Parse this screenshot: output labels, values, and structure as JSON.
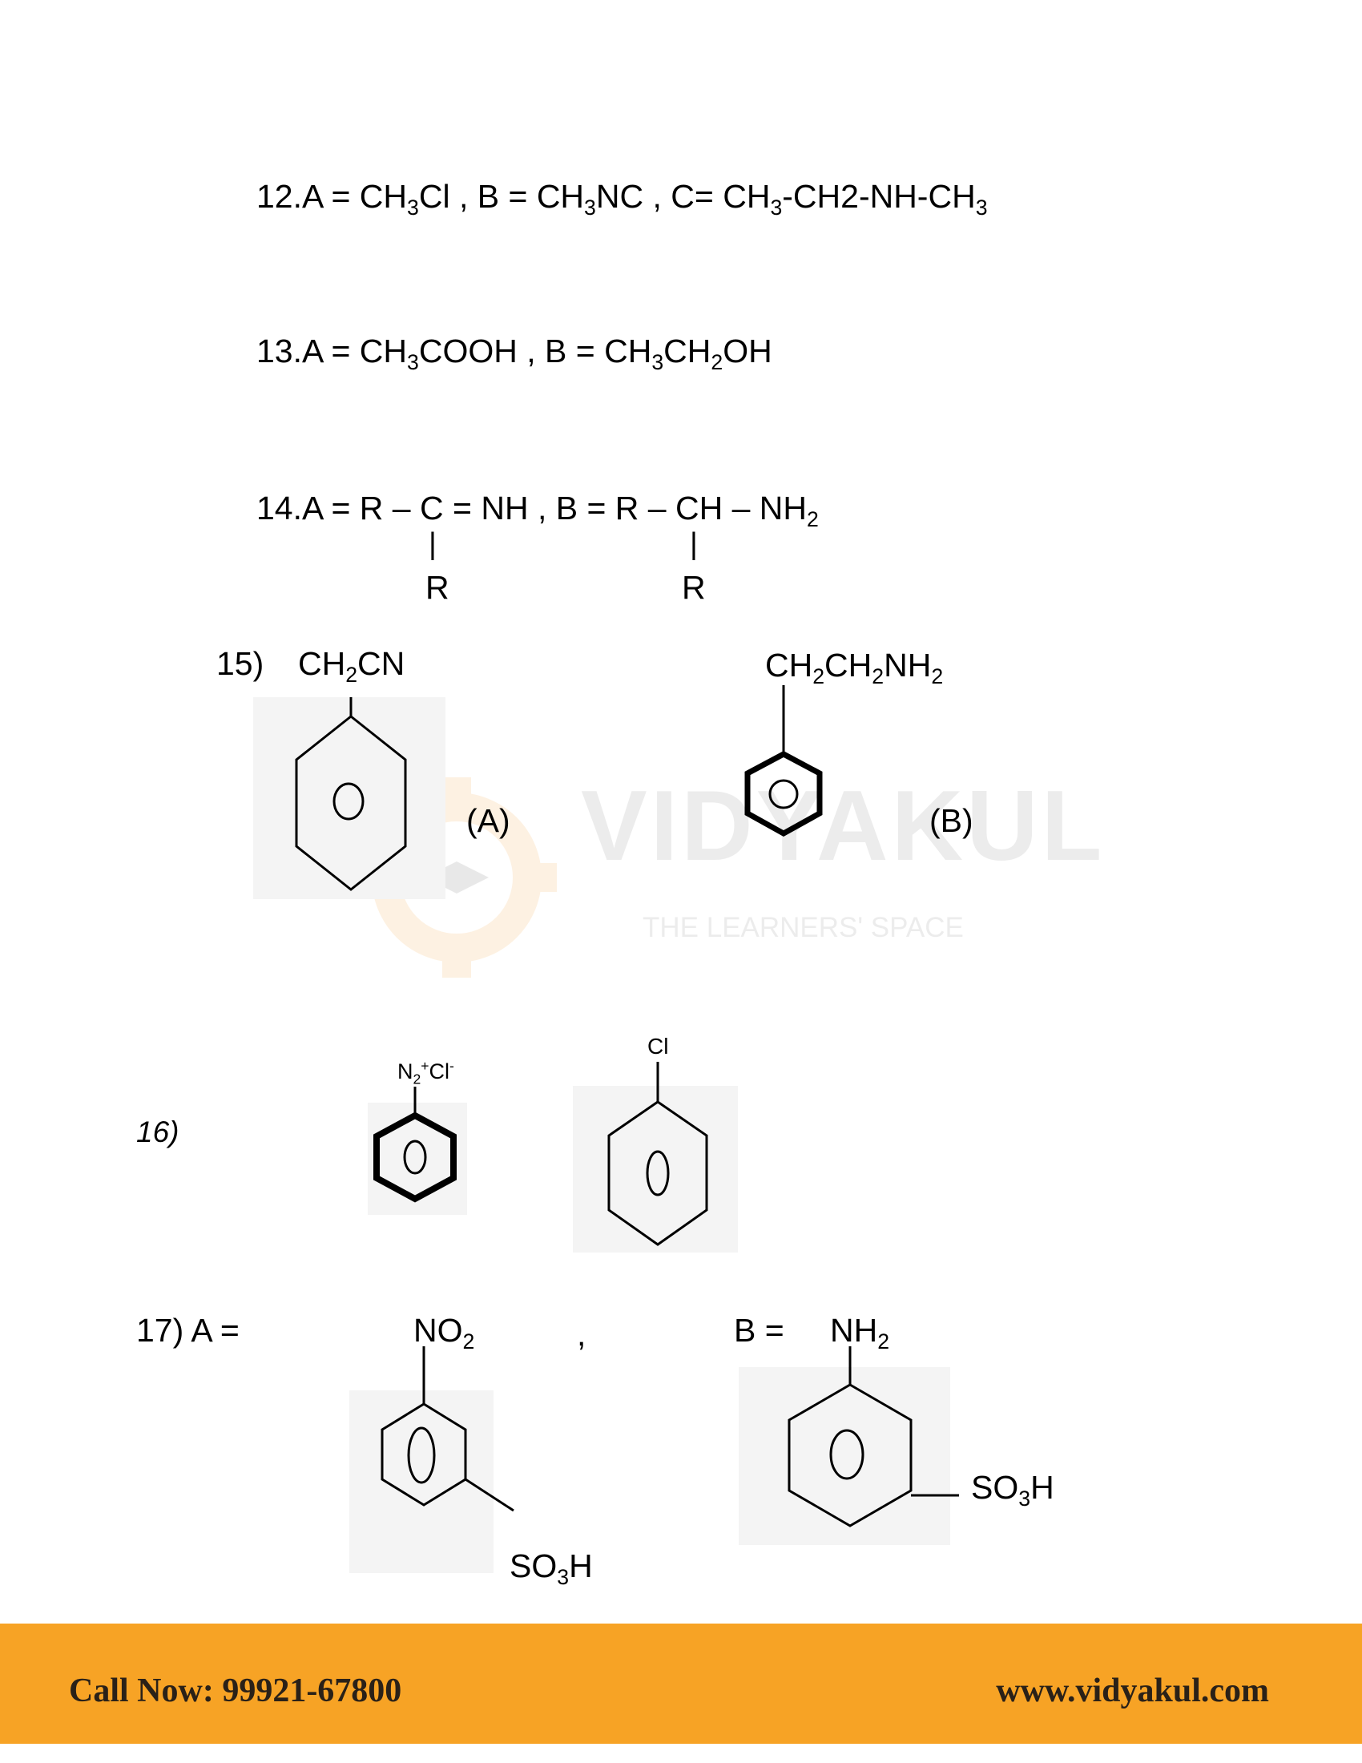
{
  "q12": {
    "prefix": "12.A = CH",
    "a_tail": "Cl , B = CH",
    "b_tail": "NC , C=  CH",
    "c_mid": "-CH2-NH-CH",
    "sub3": "3"
  },
  "q13": {
    "prefix": "13.A = CH",
    "a_tail": "COOH , B = CH",
    "b_ch2": "CH",
    "b_tail": "OH",
    "sub3": "3",
    "sub2": "2"
  },
  "q14": {
    "prefix": "14.A = R – C = NH , B = R – CH – NH",
    "sub2": "2",
    "bond": "|",
    "r_label": "R"
  },
  "q15": {
    "number": "15)",
    "a_formula_pre": "CH",
    "a_formula_post": "CN",
    "sub2": "2",
    "b_formula_ch": "CH",
    "b_formula_nh": "NH",
    "label_a": "(A)",
    "label_b": "(B)"
  },
  "watermark": {
    "brand": "VIDYAKUL",
    "tagline": "THE LEARNERS' SPACE"
  },
  "q16": {
    "number": "16)",
    "diazo_n": "N",
    "diazo_sub": "2",
    "diazo_plus": "+",
    "diazo_cl": "Cl",
    "diazo_minus": "-",
    "chloro": "Cl"
  },
  "q17": {
    "prefix": "17) A =",
    "no_pre": "NO",
    "comma": ",",
    "b_label": "B =",
    "nh_pre": "NH",
    "sub2": "2",
    "so_pre": "SO",
    "so_sub": "3",
    "so_post": "H"
  },
  "footer": {
    "phone": "Call Now: 99921-67800",
    "website": "www.vidyakul.com",
    "bar_color": "#f7a325"
  }
}
